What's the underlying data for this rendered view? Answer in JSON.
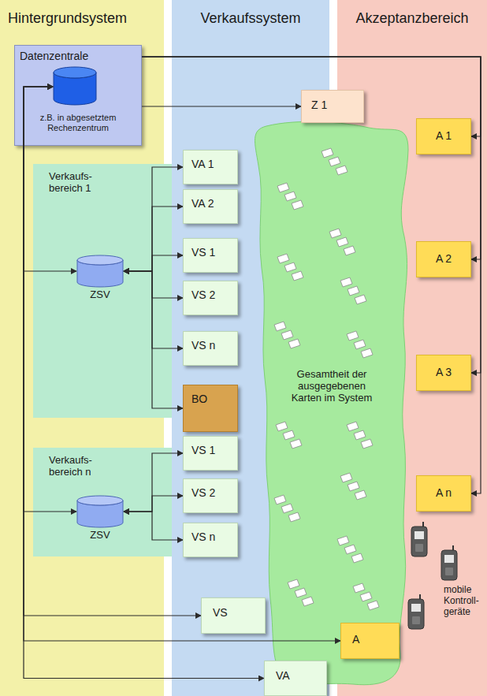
{
  "diagram": {
    "nodes": [
      {
        "text": [
          "Hintergrundsystem"
        ]
      },
      {
        "text": [
          "Verkaufssystem"
        ]
      },
      {
        "text": [
          "Akzeptanzbereich"
        ]
      },
      {
        "text": [
          "Datenzentrale",
          "z.B. in abgesetztem Rechenzentrum"
        ],
        "in": 0
      },
      {
        "text": [
          "Z 1"
        ],
        "in": 1
      },
      {
        "text": [
          "Verkaufs- bereich 1"
        ],
        "in": 0
      },
      {
        "text": [
          "ZSV"
        ],
        "in": 5
      },
      {
        "text": [
          "VA 1"
        ],
        "in": 1
      },
      {
        "text": [
          "VA 2"
        ],
        "in": 1
      },
      {
        "text": [
          "VS 1"
        ],
        "in": 1
      },
      {
        "text": [
          "VS 2"
        ],
        "in": 1
      },
      {
        "text": [
          "VS n"
        ],
        "in": 1
      },
      {
        "text": [
          "BO"
        ],
        "in": 1
      },
      {
        "text": [
          "Verkaufs- bereich n"
        ],
        "in": 0
      },
      {
        "text": [
          "ZSV"
        ],
        "in": 13
      },
      {
        "text": [
          "VS 1"
        ],
        "in": 1
      },
      {
        "text": [
          "VS 2"
        ],
        "in": 1
      },
      {
        "text": [
          "VS n"
        ],
        "in": 1
      },
      {
        "text": [
          "VS"
        ],
        "in": 1
      },
      {
        "text": [
          "VA"
        ],
        "in": 1
      },
      {
        "text": [
          "A 1"
        ],
        "in": 2
      },
      {
        "text": [
          "A 2"
        ],
        "in": 2
      },
      {
        "text": [
          "A 3"
        ],
        "in": 2
      },
      {
        "text": [
          "A n"
        ],
        "in": 2
      },
      {
        "text": [
          "A"
        ],
        "in": 2
      },
      {
        "text": [
          "Gesamtheit der ausgegebenen Karten im System"
        ]
      }
    ],
    "edges": [
      {
        "from": 3,
        "to": 4,
        "arrow": "to"
      },
      {
        "from": 3,
        "to": 20,
        "arrow": "to"
      },
      {
        "from": 3,
        "to": 21,
        "arrow": "to"
      },
      {
        "from": 3,
        "to": 22,
        "arrow": "to"
      },
      {
        "from": 3,
        "to": 23,
        "arrow": "to"
      },
      {
        "from": 3,
        "to": 6,
        "arrow": "both"
      },
      {
        "from": 3,
        "to": 14,
        "arrow": "both"
      },
      {
        "from": 3,
        "to": 18,
        "arrow": "both"
      },
      {
        "from": 3,
        "to": 24,
        "arrow": "both"
      },
      {
        "from": 3,
        "to": 19,
        "arrow": "both"
      },
      {
        "from": 6,
        "to": 7,
        "arrow": "both"
      },
      {
        "from": 6,
        "to": 8,
        "arrow": "both"
      },
      {
        "from": 6,
        "to": 9,
        "arrow": "both"
      },
      {
        "from": 6,
        "to": 10,
        "arrow": "both"
      },
      {
        "from": 6,
        "to": 11,
        "arrow": "both"
      },
      {
        "from": 6,
        "to": 12,
        "arrow": "both"
      },
      {
        "from": 14,
        "to": 15,
        "arrow": "both"
      },
      {
        "from": 14,
        "to": 16,
        "arrow": "both"
      },
      {
        "from": 14,
        "to": 17,
        "arrow": "both"
      }
    ],
    "labels": [
      "mobile Kontroll- geräte"
    ]
  }
}
